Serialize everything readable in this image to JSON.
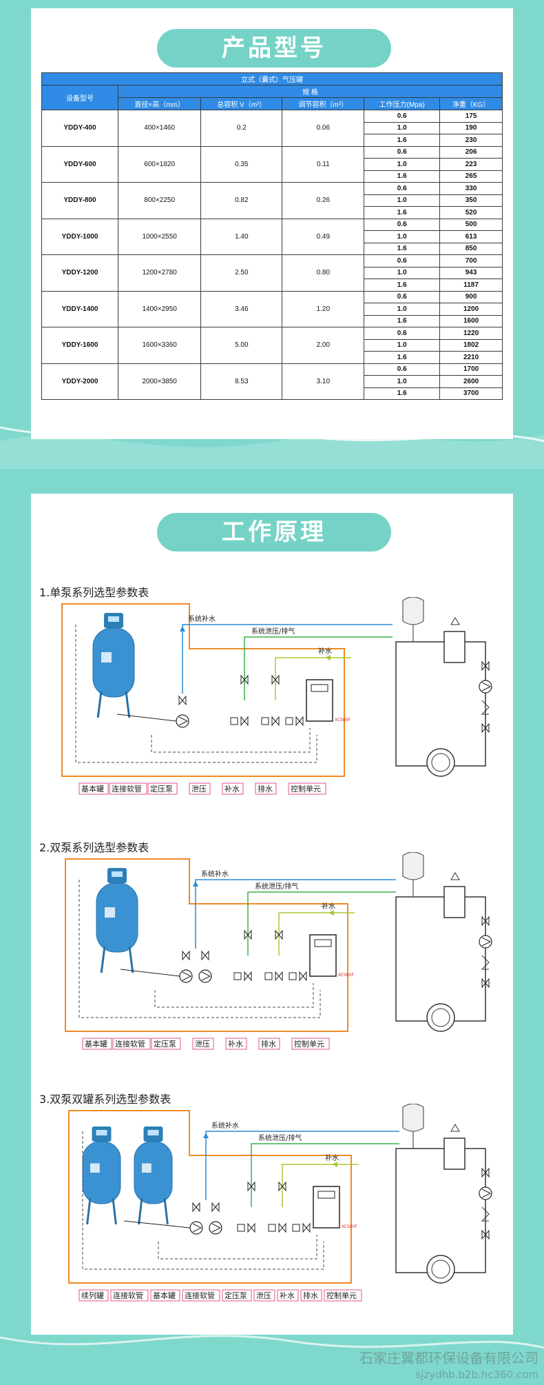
{
  "section1": {
    "title": "产品型号",
    "table": {
      "header_top": "立式（囊式）气压罐",
      "header_model": "设备型号",
      "header_spec": "规 格",
      "columns": [
        "直径×高（mm）",
        "总容积 V（m³）",
        "调节容积（m³）",
        "工作压力(Mpa)",
        "净重（KG）"
      ],
      "rows": [
        {
          "model": "YDDY-400",
          "size": "400×1460",
          "total": "0.2",
          "adj": "0.06",
          "pressures": [
            "0.6",
            "1.0",
            "1.6"
          ],
          "weights": [
            "175",
            "190",
            "230"
          ]
        },
        {
          "model": "YDDY-600",
          "size": "600×1820",
          "total": "0.35",
          "adj": "0.11",
          "pressures": [
            "0.6",
            "1.0",
            "1.6"
          ],
          "weights": [
            "206",
            "223",
            "265"
          ]
        },
        {
          "model": "YDDY-800",
          "size": "800×2250",
          "total": "0.82",
          "adj": "0.26",
          "pressures": [
            "0.6",
            "1.0",
            "1.6"
          ],
          "weights": [
            "330",
            "350",
            "520"
          ]
        },
        {
          "model": "YDDY-1000",
          "size": "1000×2550",
          "total": "1.40",
          "adj": "0.49",
          "pressures": [
            "0.6",
            "1.0",
            "1.6"
          ],
          "weights": [
            "500",
            "613",
            "850"
          ]
        },
        {
          "model": "YDDY-1200",
          "size": "1200×2780",
          "total": "2.50",
          "adj": "0.80",
          "pressures": [
            "0.6",
            "1.0",
            "1.6"
          ],
          "weights": [
            "700",
            "943",
            "1187"
          ]
        },
        {
          "model": "YDDY-1400",
          "size": "1400×2950",
          "total": "3.46",
          "adj": "1.20",
          "pressures": [
            "0.6",
            "1.0",
            "1.6"
          ],
          "weights": [
            "900",
            "1200",
            "1600"
          ]
        },
        {
          "model": "YDDY-1600",
          "size": "1600×3360",
          "total": "5.00",
          "adj": "2.00",
          "pressures": [
            "0.6",
            "1.0",
            "1.6"
          ],
          "weights": [
            "1220",
            "1802",
            "2210"
          ]
        },
        {
          "model": "YDDY-2000",
          "size": "2000×3850",
          "total": "8.53",
          "adj": "3.10",
          "pressures": [
            "0.6",
            "1.0",
            "1.6"
          ],
          "weights": [
            "1700",
            "2600",
            "3700"
          ]
        }
      ]
    }
  },
  "section2": {
    "title": "工作原理",
    "diagrams": [
      {
        "heading": "1.单泵系列选型参数表",
        "lines": [
          "系统补水",
          "系统泄压/排气",
          "补水"
        ],
        "labels": [
          "基本罐",
          "连接软管",
          "定压泵",
          "泄压",
          "补水",
          "排水",
          "控制单元"
        ],
        "device_tag": "XC580F"
      },
      {
        "heading": "2.双泵系列选型参数表",
        "lines": [
          "系统补水",
          "系统泄压/排气",
          "补水"
        ],
        "labels": [
          "基本罐",
          "连接软管",
          "定压泵",
          "泄压",
          "补水",
          "排水",
          "控制单元"
        ],
        "device_tag": "XC580F"
      },
      {
        "heading": "3.双泵双罐系列选型参数表",
        "lines": [
          "系统补水",
          "系统泄压/排气",
          "补水"
        ],
        "labels": [
          "续列罐",
          "连接软管",
          "基本罐",
          "连接软管",
          "定压泵",
          "泄压",
          "补水",
          "排水",
          "控制单元"
        ],
        "device_tag": "XC580F"
      }
    ]
  },
  "watermark": {
    "company": "石家庄翼都环保设备有限公司",
    "site": "sjzydhb.b2b.hc360.com"
  },
  "colors": {
    "background": "#7fd8cc",
    "pill": "#74d3c6",
    "table_header": "#2f8be6",
    "tank": "#3a92d2",
    "frame_orange": "#f08a24",
    "line_blue": "#2a8ad6",
    "line_green": "#3bb04a",
    "line_yellowgreen": "#a8c832",
    "label_pink": "#e0508a"
  }
}
